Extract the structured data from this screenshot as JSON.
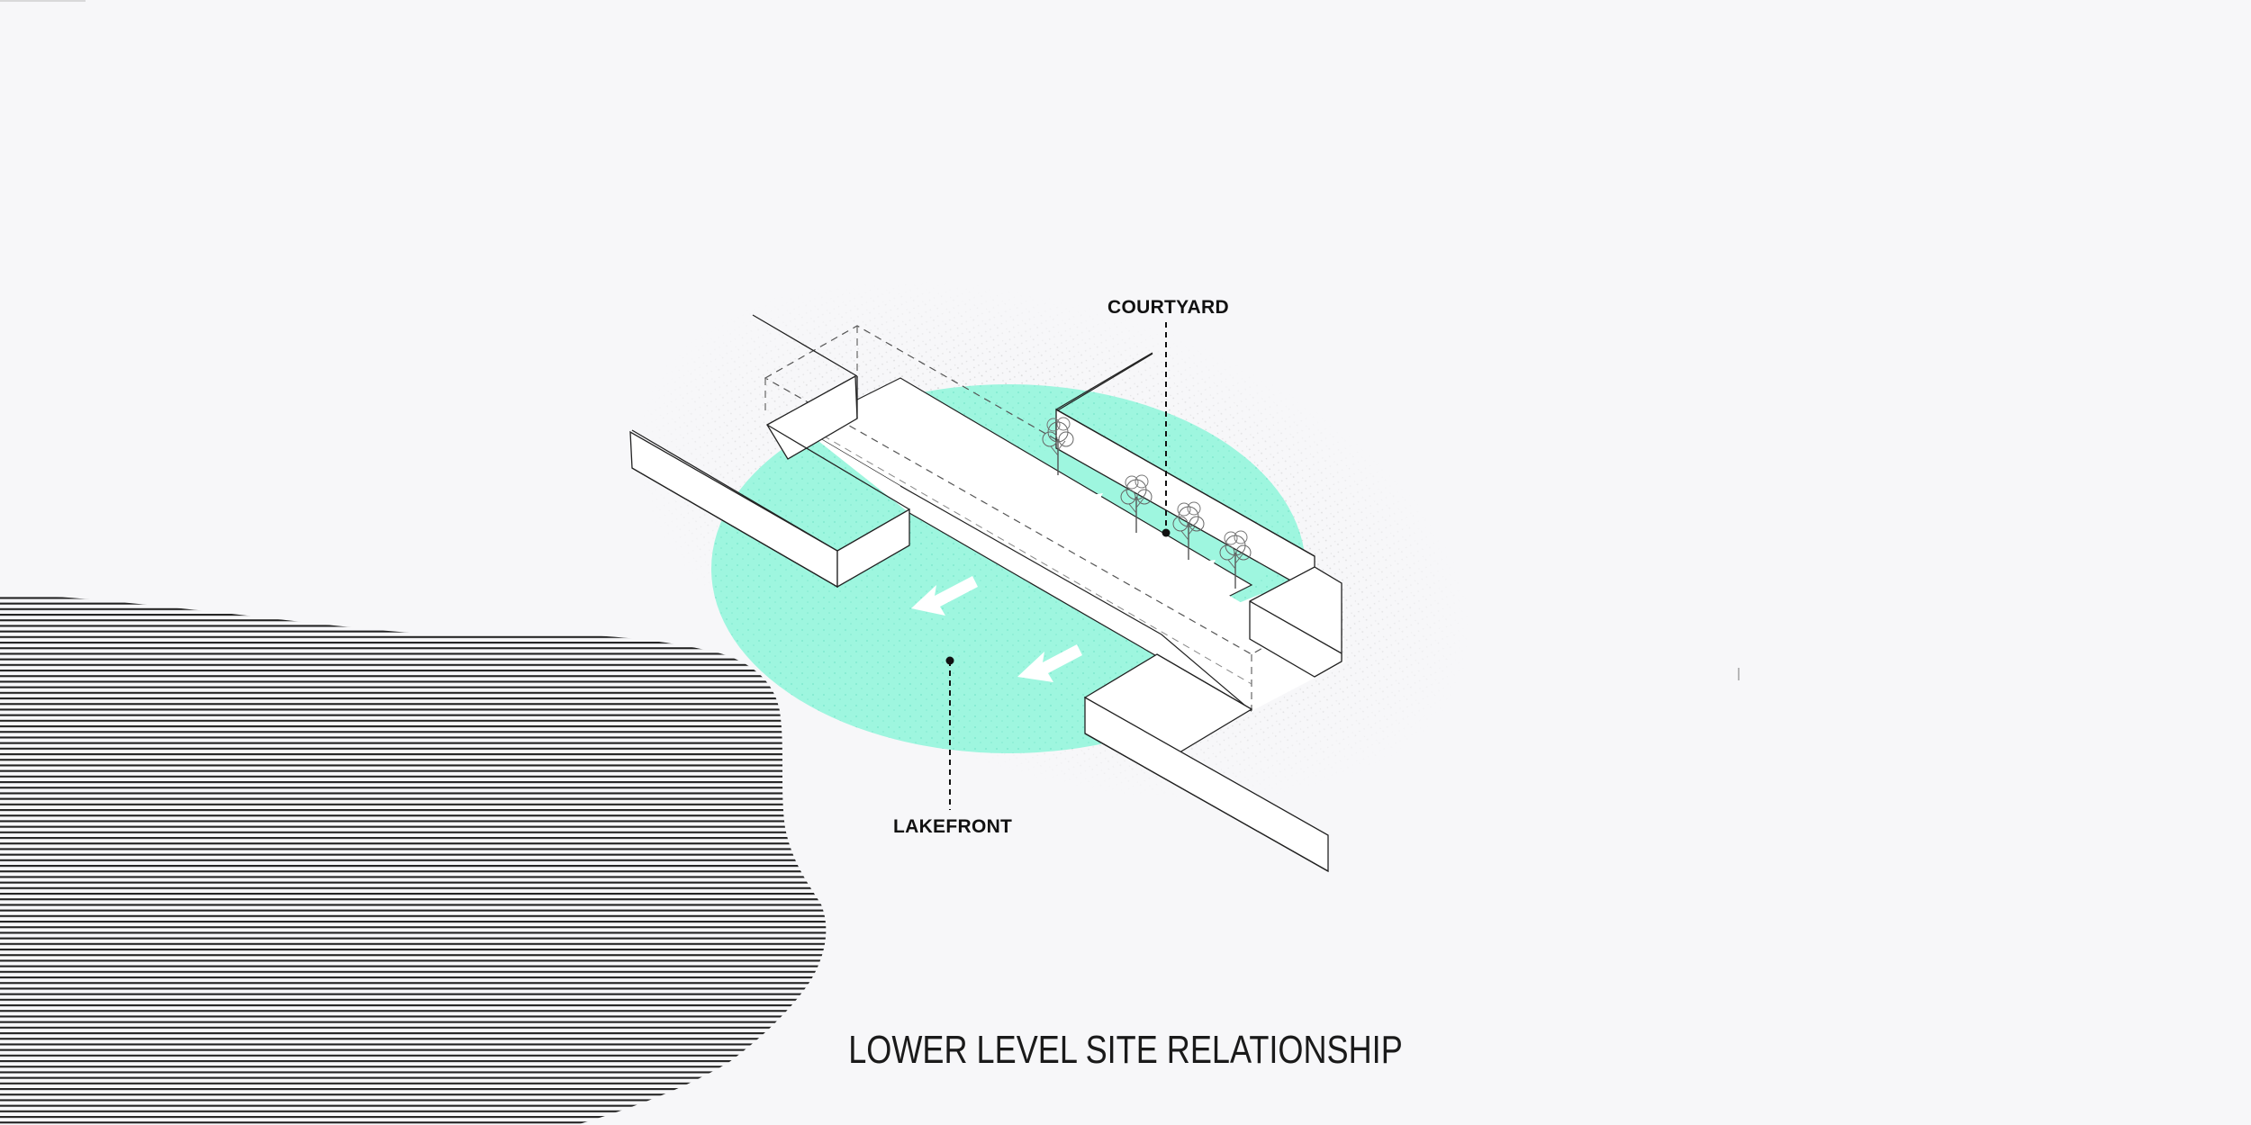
{
  "labels": {
    "courtyard": "COURTYARD",
    "lakefront": "LAKEFRONT"
  },
  "title": "LOWER LEVEL SITE RELATIONSHIP",
  "colors": {
    "background": "#f7f7f9",
    "accent_teal": "#8ff5dc",
    "line": "#1e1e1e",
    "water_hatch": "#222222"
  },
  "icons": [
    "tree-icon",
    "double-arrow-icon",
    "leader-dot-icon"
  ]
}
